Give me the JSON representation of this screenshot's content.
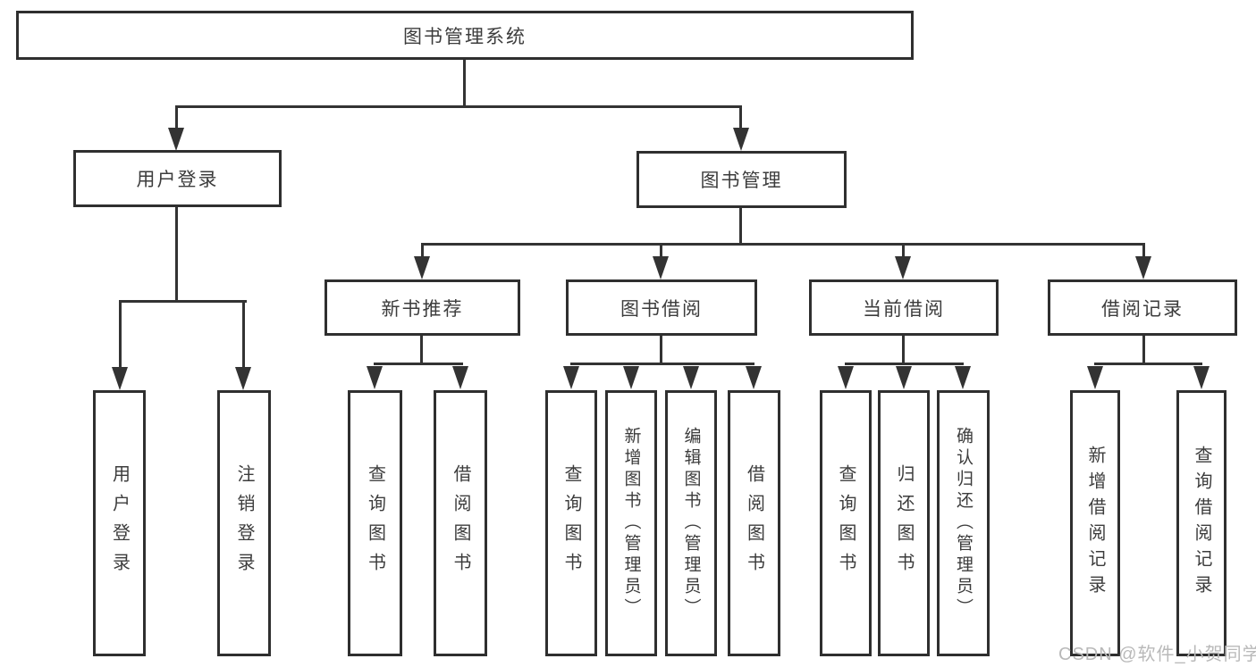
{
  "diagram": {
    "type": "tree",
    "root": {
      "label": "图书管理系统",
      "children": [
        {
          "label": "用户登录",
          "children": [
            {
              "label": "用户登录"
            },
            {
              "label": "注销登录"
            }
          ]
        },
        {
          "label": "图书管理",
          "children": [
            {
              "label": "新书推荐",
              "children": [
                {
                  "label": "查询图书"
                },
                {
                  "label": "借阅图书"
                }
              ]
            },
            {
              "label": "图书借阅",
              "children": [
                {
                  "label": "查询图书"
                },
                {
                  "label": "新增图书（管理员）"
                },
                {
                  "label": "编辑图书（管理员）"
                },
                {
                  "label": "借阅图书"
                }
              ]
            },
            {
              "label": "当前借阅",
              "children": [
                {
                  "label": "查询图书"
                },
                {
                  "label": "归还图书"
                },
                {
                  "label": "确认归还（管理员）"
                }
              ]
            },
            {
              "label": "借阅记录",
              "children": [
                {
                  "label": "新增借阅记录"
                },
                {
                  "label": "查询借阅记录"
                }
              ]
            }
          ]
        }
      ]
    }
  },
  "watermark": {
    "text": "CSDN @软件_小贺同学"
  },
  "colors": {
    "line": "#333333",
    "box_border": "#2f2f2f",
    "text": "#3c3c3c",
    "watermark": "#b9b9b9",
    "background": "#ffffff"
  }
}
